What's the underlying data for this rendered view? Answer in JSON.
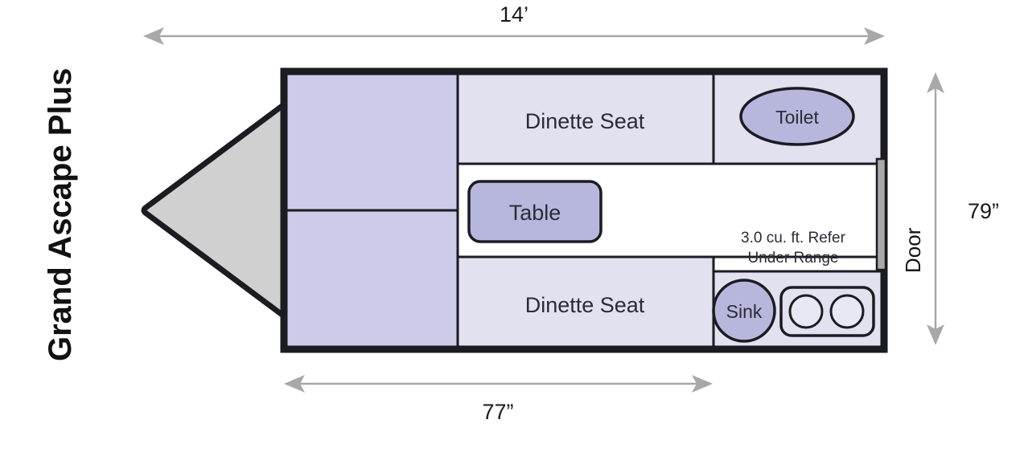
{
  "title": {
    "model_name": "Grand Ascape Plus"
  },
  "colors": {
    "outline": "#1b1b22",
    "bed_fill": "#ccccea",
    "seat_fill": "#e1e1ef",
    "feature_fill": "#b7b7dd",
    "aisle_fill": "#ffffff",
    "hitch_fill": "#d0d0d0",
    "door_fill": "#a9a9a9",
    "dimension_arrow": "#a8a8a8",
    "text": "#25252f"
  },
  "dimensions": {
    "length": {
      "label": "14’",
      "name": "exterior-length"
    },
    "height": {
      "label": "79”",
      "name": "interior-height"
    },
    "width": {
      "label": "77”",
      "name": "exterior-width"
    }
  },
  "door": {
    "label": "Door"
  },
  "rooms": {
    "bed_front": {
      "label": ""
    },
    "bed_rear": {
      "label": ""
    },
    "dinette_top": {
      "label": "Dinette Seat"
    },
    "dinette_bottom": {
      "label": "Dinette Seat"
    },
    "aisle": {
      "label": ""
    }
  },
  "features": {
    "toilet": {
      "label": "Toilet"
    },
    "table": {
      "label": "Table"
    },
    "sink": {
      "label": "Sink"
    },
    "range": {
      "label": ""
    },
    "refrigerator_note": {
      "line1": "3.0 cu. ft. Refer",
      "line2": "Under Range"
    }
  }
}
